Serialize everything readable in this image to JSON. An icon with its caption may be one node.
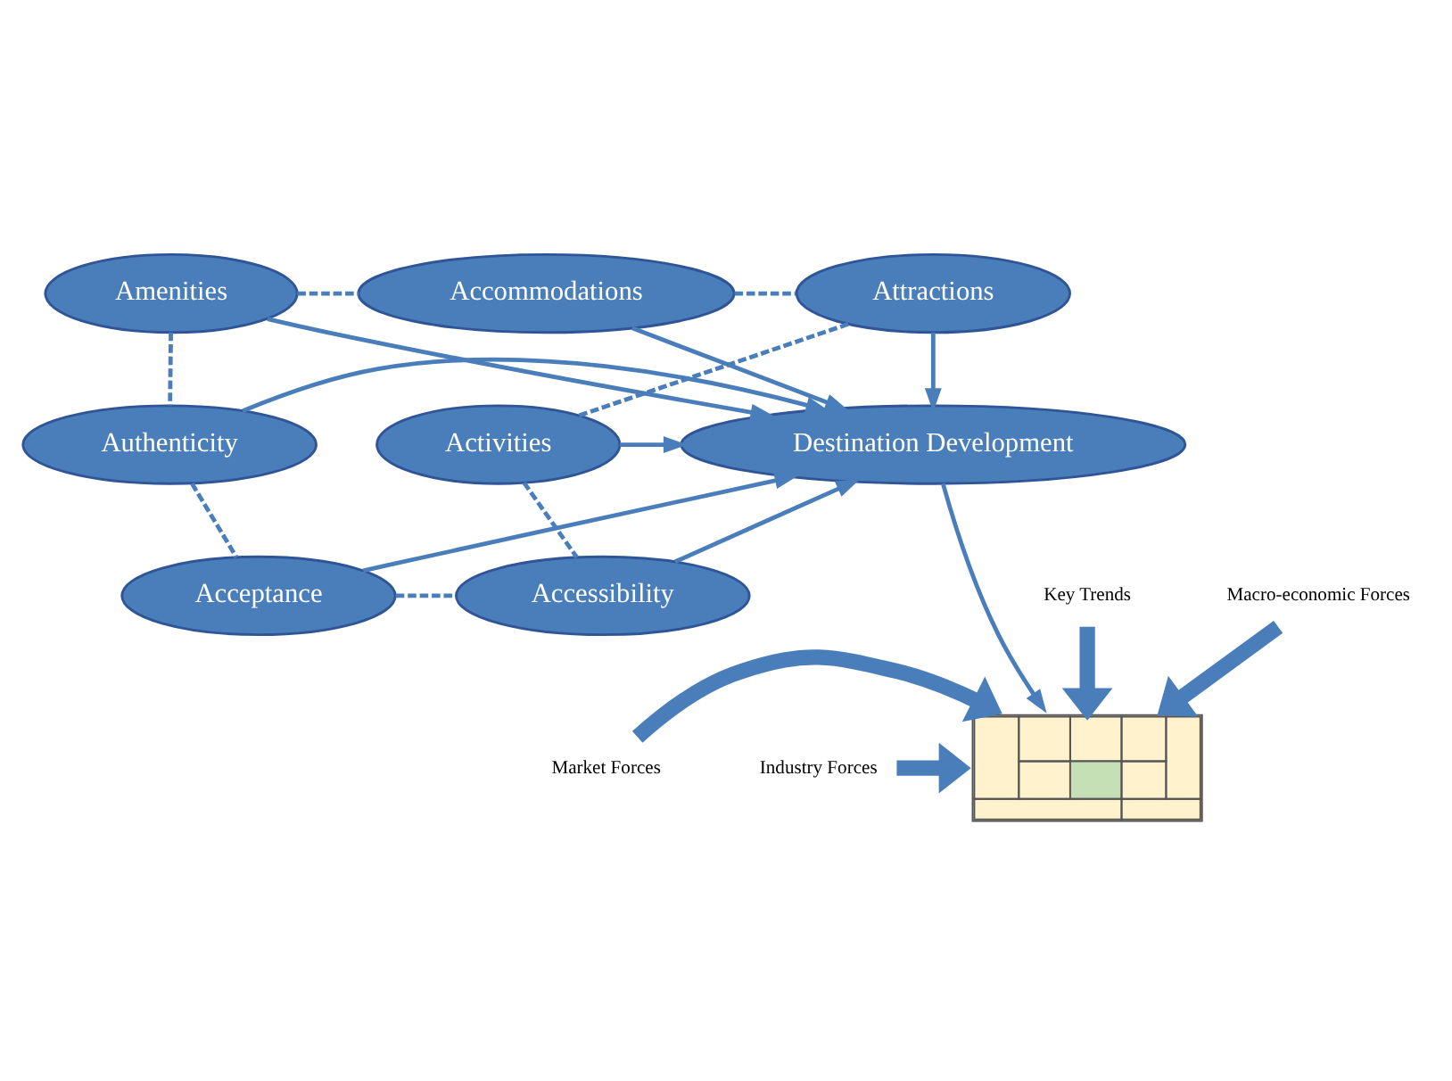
{
  "diagram": {
    "nodes": [
      {
        "text": [
          "Amenities"
        ]
      },
      {
        "text": [
          "Accommodations"
        ]
      },
      {
        "text": [
          "Attractions"
        ]
      },
      {
        "text": [
          "Authenticity"
        ]
      },
      {
        "text": [
          "Destination Development"
        ]
      },
      {
        "text": [
          "Activities"
        ]
      },
      {
        "text": [
          "Acceptance"
        ]
      },
      {
        "text": [
          "Accessibility"
        ]
      },
      {
        "text": [
          "Key Trends"
        ]
      },
      {
        "text": [
          "Industry Forces"
        ]
      },
      {
        "text": [
          "Market Forces"
        ]
      },
      {
        "text": [
          "Macro-economic Forces"
        ]
      },
      {
        "text": [],
        "shape": "box"
      }
    ],
    "edges": [
      {
        "from": 0,
        "to": 1,
        "arrow": "none",
        "style": "dashed"
      },
      {
        "from": 1,
        "to": 2,
        "arrow": "none",
        "style": "dashed"
      },
      {
        "from": 0,
        "to": 3,
        "arrow": "none",
        "style": "dashed"
      },
      {
        "from": 2,
        "to": 5,
        "arrow": "none",
        "style": "dashed"
      },
      {
        "from": 3,
        "to": 6,
        "arrow": "none",
        "style": "dashed"
      },
      {
        "from": 5,
        "to": 7,
        "arrow": "none",
        "style": "dashed"
      },
      {
        "from": 6,
        "to": 7,
        "arrow": "none",
        "style": "dashed"
      },
      {
        "from": 0,
        "to": 4,
        "arrow": "to"
      },
      {
        "from": 1,
        "to": 4,
        "arrow": "to"
      },
      {
        "from": 2,
        "to": 4,
        "arrow": "to"
      },
      {
        "from": 3,
        "to": 4,
        "arrow": "to"
      },
      {
        "from": 5,
        "to": 4,
        "arrow": "to"
      },
      {
        "from": 6,
        "to": 4,
        "arrow": "to"
      },
      {
        "from": 7,
        "to": 4,
        "arrow": "to"
      },
      {
        "from": 4,
        "to": 12,
        "arrow": "to"
      },
      {
        "from": 8,
        "to": 12,
        "arrow": "to",
        "style": "thick"
      },
      {
        "from": 9,
        "to": 12,
        "arrow": "to",
        "style": "thick"
      },
      {
        "from": 10,
        "to": 12,
        "arrow": "to",
        "style": "thick"
      },
      {
        "from": 11,
        "to": 12,
        "arrow": "to",
        "style": "thick"
      }
    ]
  }
}
